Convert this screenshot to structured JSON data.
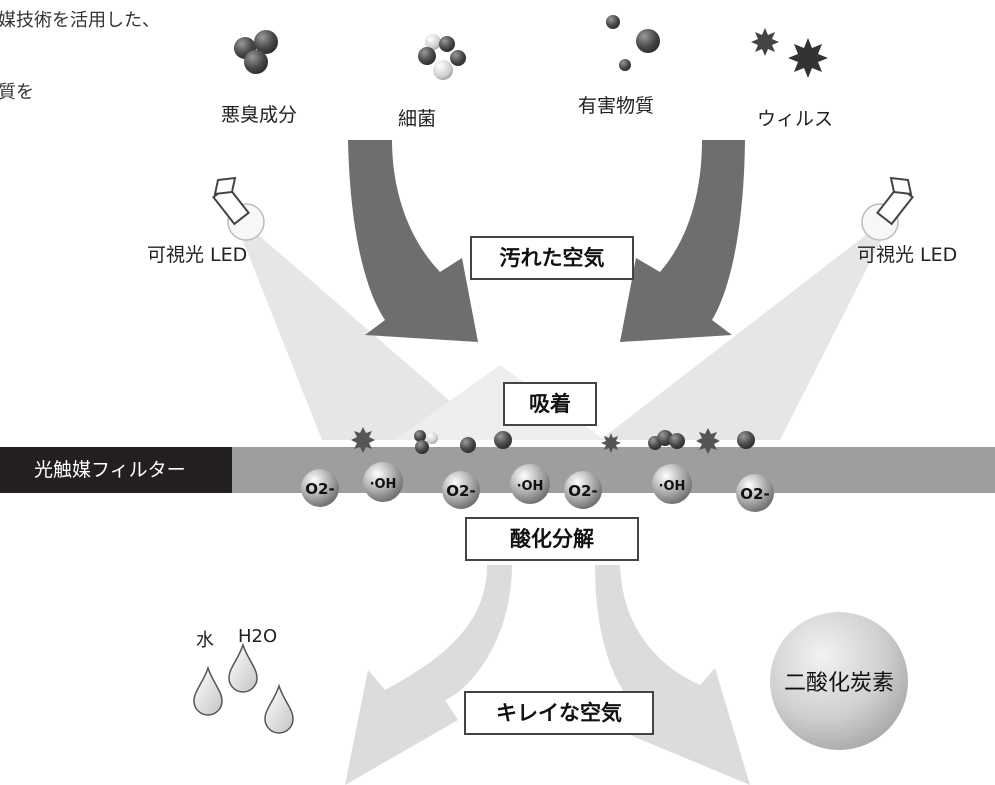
{
  "intro": {
    "line1": "媒技術を活用した、",
    "line2": "質を"
  },
  "pollutants": [
    {
      "label": "悪臭成分"
    },
    {
      "label": "細菌"
    },
    {
      "label": "有害物質"
    },
    {
      "label": "ウィルス"
    }
  ],
  "led": {
    "left_label": "可視光 LED",
    "right_label": "可視光 LED"
  },
  "stages": {
    "dirty_air": "汚れた空気",
    "adsorption": "吸着",
    "decomposition": "酸化分解",
    "clean_air": "キレイな空気"
  },
  "filter": {
    "label": "光触媒フィルター"
  },
  "radicals": {
    "superoxide": "O2-",
    "hydroxyl": "·OH"
  },
  "products": {
    "water_label": "水",
    "water_formula": "H2O",
    "co2": "二酸化炭素"
  },
  "colors": {
    "filter_bar": "#9e9e9e",
    "filter_label_bg": "#231f1f",
    "light_beam": "#e0e0e0",
    "dark_arrow": "#6e6e6e",
    "clean_arrow": "#d8d8d8"
  }
}
